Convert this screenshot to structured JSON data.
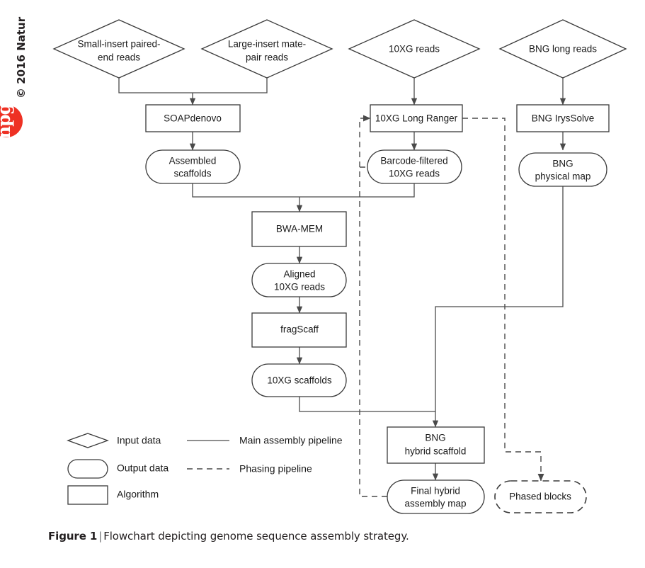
{
  "figure": {
    "caption_lead": "Figure 1",
    "caption_bar": "|",
    "caption_text": "Flowchart depicting genome sequence assembly strategy."
  },
  "watermark": {
    "copyright": "© 2016 Natur",
    "logo_text": "npg",
    "logo_color": "#ee3124"
  },
  "nodes": {
    "small_insert": {
      "line1": "Small-insert paired-",
      "line2": "end reads",
      "shape": "diamond"
    },
    "large_insert": {
      "line1": "Large-insert mate-",
      "line2": "pair reads",
      "shape": "diamond"
    },
    "tenxg_reads": {
      "line1": "10XG reads",
      "line2": "",
      "shape": "diamond"
    },
    "bng_reads": {
      "line1": "BNG long reads",
      "line2": "",
      "shape": "diamond"
    },
    "soapdenovo": {
      "line1": "SOAPdenovo",
      "line2": "",
      "shape": "rect"
    },
    "long_ranger": {
      "line1": "10XG Long Ranger",
      "line2": "",
      "shape": "rect"
    },
    "irys_solve": {
      "line1": "BNG IrysSolve",
      "line2": "",
      "shape": "rect"
    },
    "assembled": {
      "line1": "Assembled",
      "line2": "scaffolds",
      "shape": "stadium"
    },
    "barcode": {
      "line1": "Barcode-filtered",
      "line2": "10XG reads",
      "shape": "stadium"
    },
    "phys_map": {
      "line1": "BNG",
      "line2": "physical map",
      "shape": "stadium"
    },
    "bwa_mem": {
      "line1": "BWA-MEM",
      "line2": "",
      "shape": "rect"
    },
    "aligned": {
      "line1": "Aligned",
      "line2": "10XG  reads",
      "shape": "stadium"
    },
    "fragscaff": {
      "line1": "fragScaff",
      "line2": "",
      "shape": "rect"
    },
    "tenxg_scaff": {
      "line1": "10XG scaffolds",
      "line2": "",
      "shape": "stadium"
    },
    "bng_hybrid": {
      "line1": "BNG",
      "line2": "hybrid scaffold",
      "shape": "rect"
    },
    "final_map": {
      "line1": "Final hybrid",
      "line2": "assembly map",
      "shape": "stadium"
    },
    "phased": {
      "line1": "Phased blocks",
      "line2": "",
      "shape": "stadium-dashed"
    }
  },
  "legend": {
    "items": [
      {
        "key": "input-data",
        "label": "Input data",
        "glyph": "diamond"
      },
      {
        "key": "output-data",
        "label": "Output data",
        "glyph": "stadium"
      },
      {
        "key": "algorithm",
        "label": "Algorithm",
        "glyph": "rect"
      },
      {
        "key": "main-line",
        "label": "Main assembly pipeline",
        "glyph": "solid-line"
      },
      {
        "key": "phase-line",
        "label": "Phasing pipeline",
        "glyph": "dashed-line"
      }
    ]
  },
  "chart_data": {
    "type": "diagram",
    "title": "Flowchart depicting genome sequence assembly strategy.",
    "node_shapes": {
      "diamond": "Input data",
      "stadium": "Output data",
      "rect": "Algorithm"
    },
    "edge_styles": {
      "solid": "Main assembly pipeline",
      "dashed": "Phasing pipeline"
    },
    "edges": [
      {
        "from": "small_insert",
        "to": "soapdenovo",
        "style": "solid"
      },
      {
        "from": "large_insert",
        "to": "soapdenovo",
        "style": "solid"
      },
      {
        "from": "soapdenovo",
        "to": "assembled",
        "style": "solid"
      },
      {
        "from": "tenxg_reads",
        "to": "long_ranger",
        "style": "solid"
      },
      {
        "from": "long_ranger",
        "to": "barcode",
        "style": "solid"
      },
      {
        "from": "bng_reads",
        "to": "irys_solve",
        "style": "solid"
      },
      {
        "from": "irys_solve",
        "to": "phys_map",
        "style": "solid"
      },
      {
        "from": "assembled",
        "to": "bwa_mem",
        "style": "solid"
      },
      {
        "from": "barcode",
        "to": "bwa_mem",
        "style": "solid"
      },
      {
        "from": "bwa_mem",
        "to": "aligned",
        "style": "solid"
      },
      {
        "from": "aligned",
        "to": "fragscaff",
        "style": "solid"
      },
      {
        "from": "fragscaff",
        "to": "tenxg_scaff",
        "style": "solid"
      },
      {
        "from": "tenxg_scaff",
        "to": "bng_hybrid",
        "style": "solid"
      },
      {
        "from": "phys_map",
        "to": "bng_hybrid",
        "style": "solid"
      },
      {
        "from": "bng_hybrid",
        "to": "final_map",
        "style": "solid"
      },
      {
        "from": "final_map",
        "to": "long_ranger",
        "style": "dashed"
      },
      {
        "from": "barcode",
        "to": "long_ranger",
        "style": "dashed"
      },
      {
        "from": "long_ranger",
        "to": "phased",
        "style": "dashed"
      }
    ]
  }
}
